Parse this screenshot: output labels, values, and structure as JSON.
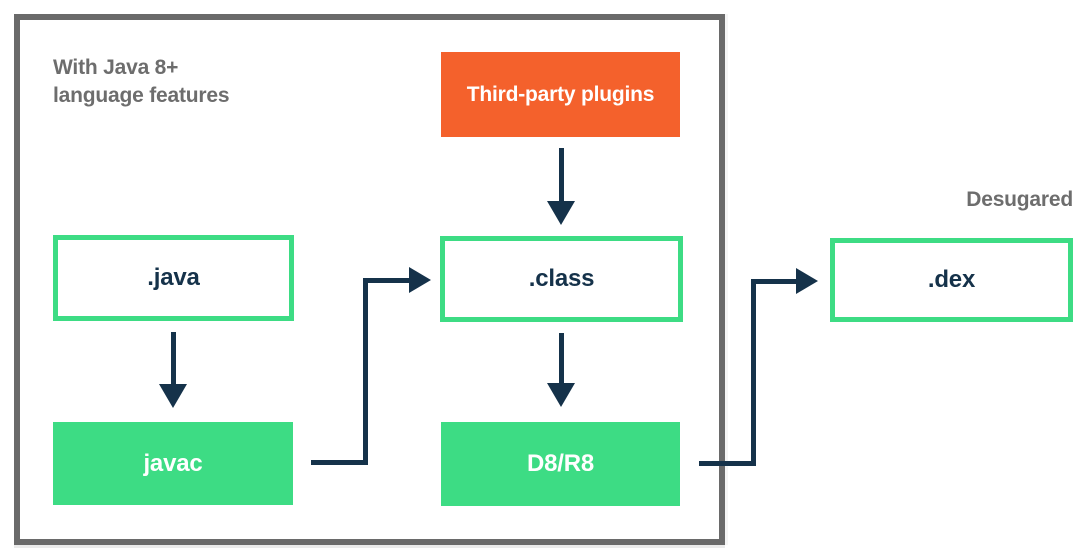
{
  "note": {
    "line1": "With Java 8+",
    "line2": "language features"
  },
  "nodes": {
    "plugins": {
      "label": "Third-party plugins"
    },
    "java": {
      "label": ".java"
    },
    "class": {
      "label": ".class"
    },
    "dex": {
      "label": ".dex"
    },
    "javac": {
      "label": "javac"
    },
    "d8r8": {
      "label": "D8/R8"
    }
  },
  "labels": {
    "desugared": "Desugared"
  },
  "flow": {
    "edges": [
      "third-party-plugins -> class",
      "java -> javac",
      "javac -> class",
      "class -> d8r8",
      "d8r8 -> dex"
    ]
  },
  "colors": {
    "android_green": "#3ddc84",
    "orange": "#f4612c",
    "navy": "#15324a",
    "frame_gray": "#6a6a6a",
    "note_gray": "#6d6d6d"
  }
}
